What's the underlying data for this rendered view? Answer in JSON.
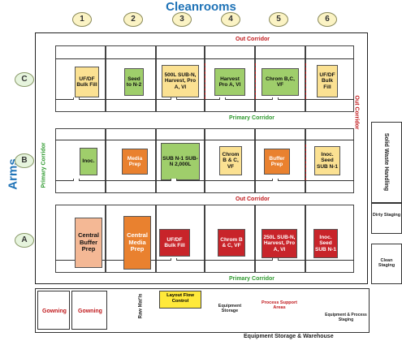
{
  "title": "Cleanrooms",
  "arms_label": "Arms",
  "columns": [
    "1",
    "2",
    "3",
    "4",
    "5",
    "6"
  ],
  "rows": [
    "C",
    "B",
    "A"
  ],
  "corridors": {
    "out_top": "Out Corridor",
    "out_middle": "Out Corridor",
    "out_right": "Out Corridor",
    "primary_upper": "Primary Corridor",
    "primary_lower": "Primary Corridor",
    "primary_left": "Primary Corridor"
  },
  "side_areas": {
    "solid_waste": "Solid Waste Handling",
    "dirty_staging": "Dirty Staging",
    "clean_staging": "Clean Staging"
  },
  "rooms_c": [
    {
      "text": "UF/DF Bulk Fill",
      "color": "yellow"
    },
    {
      "text": "Seed to N-2",
      "color": "lgreen"
    },
    {
      "text": "500L SUB-N, Harvest, Pro A, VI",
      "color": "yellow"
    },
    {
      "text": "Harvest Pro A, VI",
      "color": "lgreen"
    },
    {
      "text": "Chrom B,C, VF",
      "color": "lgreen"
    },
    {
      "text": "UF/DF Bulk Fill",
      "color": "yellow"
    }
  ],
  "rooms_b": [
    {
      "text": "Inoc.",
      "color": "lgreen"
    },
    {
      "text": "Media Prep",
      "color": "orange"
    },
    {
      "text": "SUB N-1 SUB-N 2,000L",
      "color": "lgreen"
    },
    {
      "text": "Chrom B & C, VF",
      "color": "yellow"
    },
    {
      "text": "Buffer Prep",
      "color": "orange"
    },
    {
      "text": "Inoc. Seed SUB N-1",
      "color": "yellow"
    }
  ],
  "rooms_a": [
    {
      "text": "Central Buffer Prep",
      "color": "peach"
    },
    {
      "text": "Central Media Prep",
      "color": "orange"
    },
    {
      "text": "UF/DF Bulk Fill",
      "color": "dred"
    },
    {
      "text": "Chrom B & C, VF",
      "color": "dred"
    },
    {
      "text": "250L SUB-N, Harvest, Pro A, VI",
      "color": "dred"
    },
    {
      "text": "Inoc. Seed SUB N-1",
      "color": "dred"
    }
  ],
  "bottom": {
    "gowning_left": "Gowning",
    "gowning_right": "Gowning",
    "raw_mats": "Raw Mat'ls",
    "layout_flow": "Layout Flow Control",
    "equipment_storage": "Equipment Storage",
    "process_support": "Process Support Areas",
    "equip_process_staging": "Equipment & Process Staging",
    "footer": "Equipment Storage & Warehouse"
  },
  "colors": {
    "title_blue": "#1f73b7",
    "corridor_red": "#c0181b",
    "corridor_green": "#2f9a2f",
    "yellow": "#fbe192",
    "light_green": "#9fce6b",
    "orange": "#e9812f",
    "peach": "#f4b895",
    "dark_red": "#c8242a",
    "layout_yellow": "#ffe93a"
  }
}
